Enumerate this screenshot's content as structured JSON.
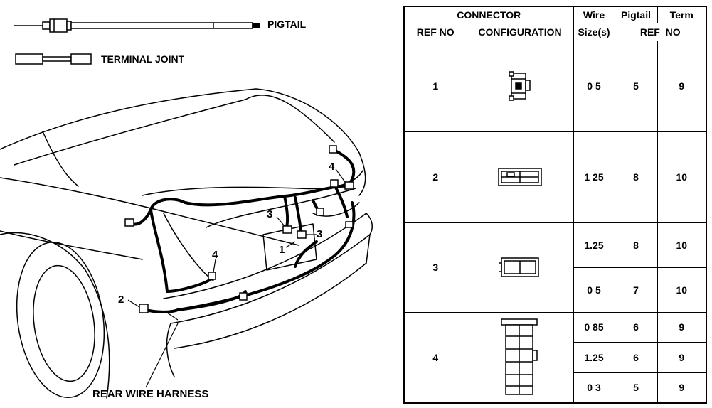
{
  "legend": {
    "pigtail_label": "PIGTAIL",
    "terminal_joint_label": "TERMINAL JOINT"
  },
  "diagram": {
    "harness_label": "REAR WIRE HARNESS",
    "callouts": {
      "c1": "1",
      "c2": "2",
      "c3a": "3",
      "c3b": "3",
      "c4a": "4",
      "c4b": "4"
    }
  },
  "table": {
    "headers": {
      "connector": "CONNECTOR",
      "wire": "Wire",
      "pigtail": "Pigtail",
      "term": "Term",
      "ref_no": "REF  NO",
      "configuration": "CONFIGURATION",
      "size": "Size(s)",
      "ref": "REF",
      "no": "NO"
    },
    "rows": [
      {
        "ref_no": "1",
        "wires": [
          {
            "size": "0 5",
            "pigtail": "5",
            "term": "9"
          }
        ]
      },
      {
        "ref_no": "2",
        "wires": [
          {
            "size": "1 25",
            "pigtail": "8",
            "term": "10"
          }
        ]
      },
      {
        "ref_no": "3",
        "wires": [
          {
            "size": "1.25",
            "pigtail": "8",
            "term": "10"
          },
          {
            "size": "0 5",
            "pigtail": "7",
            "term": "10"
          }
        ]
      },
      {
        "ref_no": "4",
        "wires": [
          {
            "size": "0 85",
            "pigtail": "6",
            "term": "9"
          },
          {
            "size": "1.25",
            "pigtail": "6",
            "term": "9"
          },
          {
            "size": "0 3",
            "pigtail": "5",
            "term": "9"
          }
        ]
      }
    ]
  }
}
